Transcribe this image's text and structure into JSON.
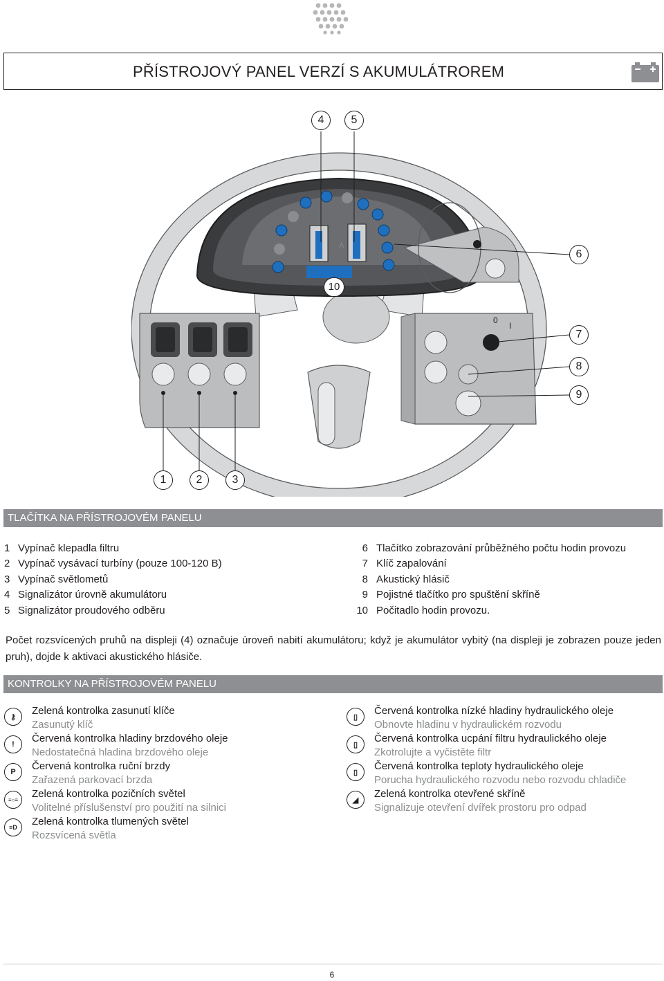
{
  "header": {
    "title": "PŘÍSTROJOVÝ PANEL VERZÍ S AKUMULÁTROREM"
  },
  "diagram": {
    "callouts": [
      "4",
      "5",
      "10",
      "6",
      "7",
      "8",
      "9",
      "1",
      "2",
      "3"
    ],
    "key_positions": [
      "0",
      "I"
    ]
  },
  "buttons_section": {
    "title": "TLAČÍTKA NA PŘÍSTROJOVÉM PANELU",
    "left": [
      {
        "num": "1",
        "text": "Vypínač klepadla filtru"
      },
      {
        "num": "2",
        "text": "Vypínač vysávací turbíny (pouze 100-120 B)"
      },
      {
        "num": "3",
        "text": "Vypínač světlometů"
      },
      {
        "num": "4",
        "text": "Signalizátor úrovně akumulátoru"
      },
      {
        "num": "5",
        "text": "Signalizátor proudového odběru"
      }
    ],
    "right": [
      {
        "num": "6",
        "text": "Tlačítko zobrazování průběžného počtu hodin provozu"
      },
      {
        "num": "7",
        "text": "Klíč zapalování"
      },
      {
        "num": "8",
        "text": "Akustický hlásič"
      },
      {
        "num": "9",
        "text": "Pojistné tlačítko pro spuštění skříně"
      },
      {
        "num": "10",
        "text": "Počitadlo hodin provozu."
      }
    ],
    "note": "Počet rozsvícených pruhů na displeji (4) označuje úroveň nabití akumulátoru; když je akumulátor vybitý (na displeji je zobrazen pouze jeden pruh), dojde k aktivaci akustického hlásiče."
  },
  "indicators_section": {
    "title": "KONTROLKY NA PŘÍSTROJOVÉM PANELU",
    "left": [
      {
        "icon": "key-icon",
        "glyph": "⚷",
        "title": "Zelená kontrolka zasunutí klíče",
        "desc": "Zasunutý klíč"
      },
      {
        "icon": "brake-fluid-icon",
        "glyph": "!",
        "title": "Červená kontrolka hladiny brzdového oleje",
        "desc": "Nedostatečná hladina brzdového oleje"
      },
      {
        "icon": "parking-brake-icon",
        "glyph": "P",
        "title": "Červená kontrolka ruční brzdy",
        "desc": "Zařazená parkovací brzda"
      },
      {
        "icon": "position-lights-icon",
        "glyph": "≡○≡",
        "title": "Zelená kontrolka pozičních světel",
        "desc": "Volitelné příslušenství pro použití na silnici"
      },
      {
        "icon": "dipped-beam-icon",
        "glyph": "≡D",
        "title": "Zelená kontrolka tlumených světel",
        "desc": "Rozsvícená světla"
      }
    ],
    "right": [
      {
        "icon": "hydraulic-oil-level-icon",
        "glyph": "▯",
        "title": "Červená kontrolka nízké hladiny hydraulického oleje",
        "desc": "Obnovte hladinu v hydraulickém rozvodu"
      },
      {
        "icon": "hydraulic-filter-icon",
        "glyph": "▯",
        "title": "Červená kontrolka ucpání filtru hydraulického oleje",
        "desc": "Zkotrolujte a vyčistěte filtr"
      },
      {
        "icon": "hydraulic-temperature-icon",
        "glyph": "▯",
        "title": "Červená kontrolka teploty hydraulického oleje",
        "desc": "Porucha hydraulického rozvodu nebo rozvodu chladiče"
      },
      {
        "icon": "hopper-open-icon",
        "glyph": "◢",
        "title": "Zelená kontrolka otevřené skříně",
        "desc": "Signalizuje otevření dvířek prostoru pro odpad"
      }
    ]
  },
  "footer": {
    "page_number": "6"
  }
}
